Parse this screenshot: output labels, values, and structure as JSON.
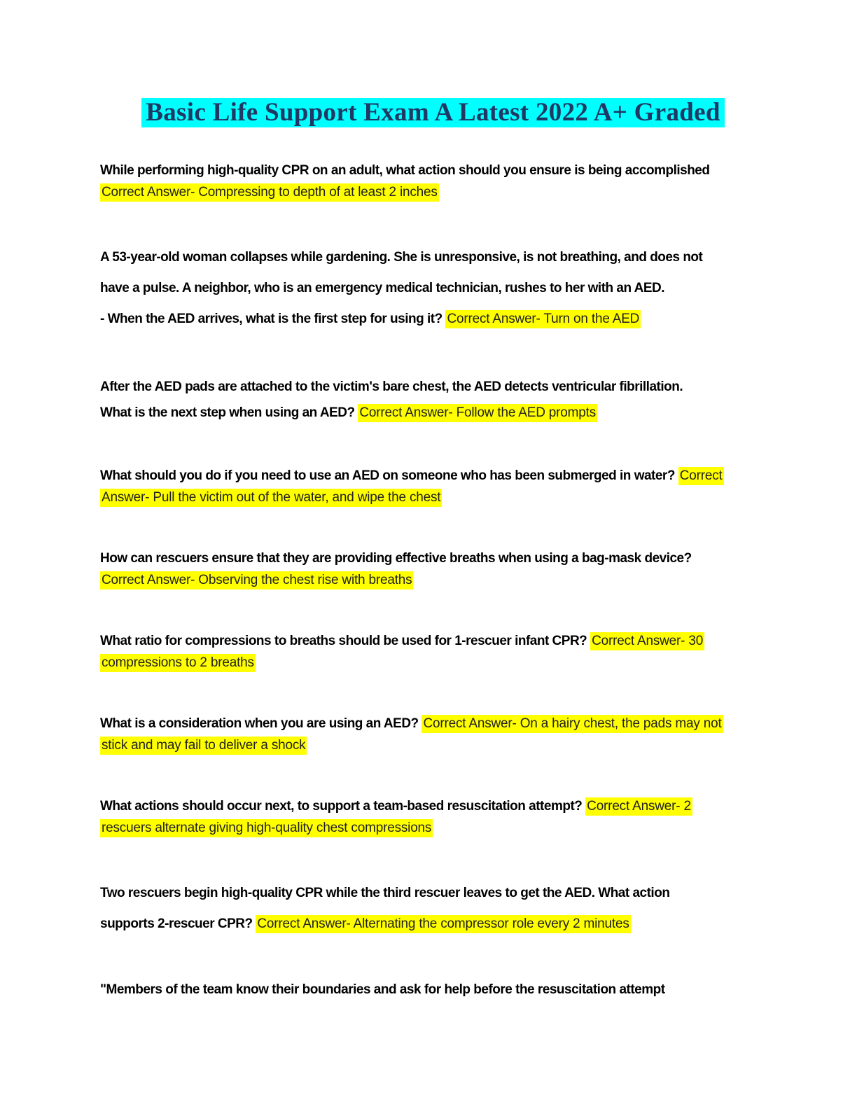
{
  "title": {
    "text": "Basic Life Support Exam A Latest 2022 A+ Graded",
    "text_color": "#1F3864",
    "highlight_color": "#00FFFF"
  },
  "answers": {
    "highlight_color": "#FFFF00",
    "prefix": "Correct Answer-"
  },
  "qa_blocks": [
    {
      "spacing": "single",
      "lines": [
        [
          {
            "t": "While performing high-quality CPR on an adult, what action should you ensure is being accomplished",
            "h": false
          }
        ],
        [
          {
            "t": "Correct Answer- Compressing to depth of at least 2 inches",
            "h": true
          }
        ]
      ]
    },
    {
      "spacing": "double",
      "lines": [
        [
          {
            "t": "A 53-year-old woman collapses while gardening. She is unresponsive, is not breathing, and does not",
            "h": false
          }
        ],
        [
          {
            "t": "have a pulse. A neighbor, who is an emergency medical technician, rushes to her with an AED.",
            "h": false
          }
        ],
        [
          {
            "t": "- When the AED arrives, what is the first step for using it? ",
            "h": false
          },
          {
            "t": "Correct Answer- Turn on the AED",
            "h": true
          }
        ]
      ]
    },
    {
      "spacing": "wide",
      "lines": [
        [
          {
            "t": "After the AED pads are attached to the victim's bare chest, the AED detects ventricular fibrillation.",
            "h": false
          }
        ],
        [
          {
            "t": "What is the next step when using an AED? ",
            "h": false
          },
          {
            "t": "Correct Answer- Follow the AED prompts",
            "h": true
          }
        ]
      ]
    },
    {
      "spacing": "single",
      "lines": [
        [
          {
            "t": "What should you do if you need to use an AED on someone who has been submerged in water? ",
            "h": false
          },
          {
            "t": "Correct",
            "h": true
          }
        ],
        [
          {
            "t": "Answer- Pull the victim out of the water, and wipe the chest",
            "h": true
          }
        ]
      ]
    },
    {
      "spacing": "single",
      "lines": [
        [
          {
            "t": "How can rescuers ensure that they are providing effective breaths when using a bag-mask device?",
            "h": false
          }
        ],
        [
          {
            "t": "Correct Answer- Observing the chest rise with breaths",
            "h": true
          }
        ]
      ]
    },
    {
      "spacing": "single",
      "lines": [
        [
          {
            "t": "What ratio for compressions to breaths should be used for 1-rescuer infant CPR? ",
            "h": false
          },
          {
            "t": "Correct Answer- 30",
            "h": true
          }
        ],
        [
          {
            "t": "compressions to 2 breaths",
            "h": true
          }
        ]
      ]
    },
    {
      "spacing": "single",
      "lines": [
        [
          {
            "t": "What is a consideration when you are using an AED? ",
            "h": false
          },
          {
            "t": "Correct Answer- On a hairy chest, the pads may not",
            "h": true
          }
        ],
        [
          {
            "t": "stick and may fail to deliver a shock",
            "h": true
          }
        ]
      ]
    },
    {
      "spacing": "single",
      "lines": [
        [
          {
            "t": "What actions should occur next, to support a team-based resuscitation attempt? ",
            "h": false
          },
          {
            "t": "Correct Answer- 2",
            "h": true
          }
        ],
        [
          {
            "t": "rescuers alternate giving high-quality chest compressions",
            "h": true
          }
        ]
      ]
    },
    {
      "spacing": "double",
      "lines": [
        [
          {
            "t": "Two rescuers begin high-quality CPR while the third rescuer leaves to get the AED. What action",
            "h": false
          }
        ],
        [
          {
            "t": "supports 2-rescuer CPR? ",
            "h": false
          },
          {
            "t": "Correct Answer- Alternating the compressor role every 2 minutes",
            "h": true
          }
        ]
      ]
    },
    {
      "spacing": "single",
      "lines": [
        [
          {
            "t": "\"Members of the team know their boundaries and ask for help before the resuscitation attempt",
            "h": false
          }
        ]
      ]
    }
  ]
}
